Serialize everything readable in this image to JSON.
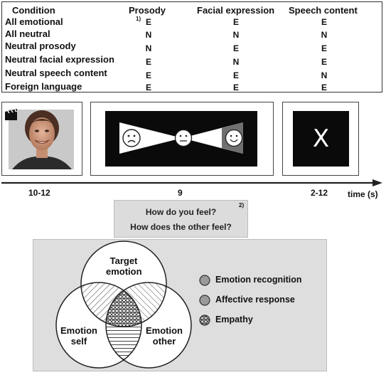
{
  "table": {
    "headers": {
      "condition": "Condition",
      "prosody": "Prosody",
      "facial_expression": "Facial expression",
      "speech_content": "Speech content"
    },
    "footnote_1": "1)",
    "rows": [
      {
        "condition": "All emotional",
        "prosody": "E",
        "facial": "E",
        "speech": "E"
      },
      {
        "condition": "All neutral",
        "prosody": "N",
        "facial": "N",
        "speech": "N"
      },
      {
        "condition": "Neutral prosody",
        "prosody": "N",
        "facial": "E",
        "speech": "E"
      },
      {
        "condition": "Neutral facial expression",
        "prosody": "E",
        "facial": "N",
        "speech": "E"
      },
      {
        "condition": "Neutral speech content",
        "prosody": "E",
        "facial": "E",
        "speech": "N"
      },
      {
        "condition": "Foreign language",
        "prosody": "E",
        "facial": "E",
        "speech": "E"
      }
    ]
  },
  "timeline": {
    "durations": [
      "10-12",
      "9",
      "2-12"
    ],
    "axis_label": "time (s)",
    "response_symbol": "X"
  },
  "questions": {
    "q1": "How do you feel?",
    "q2": "How does the other feel?",
    "footnote_2": "2)"
  },
  "venn": {
    "circles": {
      "top": [
        "Target",
        "emotion"
      ],
      "left": [
        "Emotion",
        "self"
      ],
      "right": [
        "Emotion",
        "other"
      ]
    },
    "legend": [
      "Emotion recognition",
      "Affective response",
      "Empathy"
    ]
  },
  "icons": [
    "clapperboard-icon",
    "sad-face-icon",
    "neutral-face-icon",
    "happy-face-icon"
  ],
  "colors": {
    "panel_bg": "#0a0a0a",
    "box_gray": "#dcdcdc",
    "legend_fill": "#9a9a9a"
  }
}
